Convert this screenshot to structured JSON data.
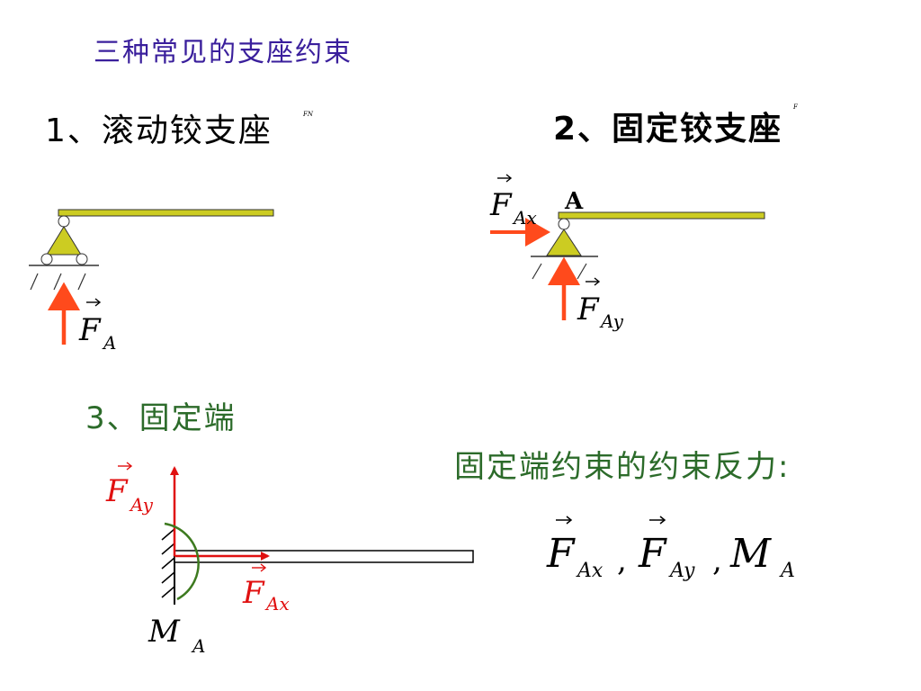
{
  "title": "三种常见的支座约束",
  "sections": {
    "roller": {
      "heading": "1、滚动铰支座",
      "tiny_label": "FN",
      "force_label": "F",
      "force_sub": "A"
    },
    "pin": {
      "heading": "2、固定铰支座",
      "tiny_label": "F",
      "point_label": "A",
      "fx_label": "F",
      "fx_sub": "Ax",
      "fy_label": "F",
      "fy_sub": "Ay"
    },
    "fixed": {
      "heading": "3、固定端",
      "fy_label": "F",
      "fy_sub": "Ay",
      "fx_label": "F",
      "fx_sub": "Ax",
      "m_label": "M",
      "m_sub": "A"
    }
  },
  "reactions": {
    "heading": "固定端约束的约束反力:",
    "f1": "F",
    "f1_sub": "Ax",
    "sep1": ",",
    "f2": "F",
    "f2_sub": "Ay",
    "sep2": ",",
    "m": "M",
    "m_sub": "A"
  },
  "colors": {
    "title": "#3a1f9c",
    "green_text": "#2c6b2a",
    "force_arrow": "#ff4a1c",
    "beam_fill": "#cccc22",
    "red_label": "#e01010"
  }
}
